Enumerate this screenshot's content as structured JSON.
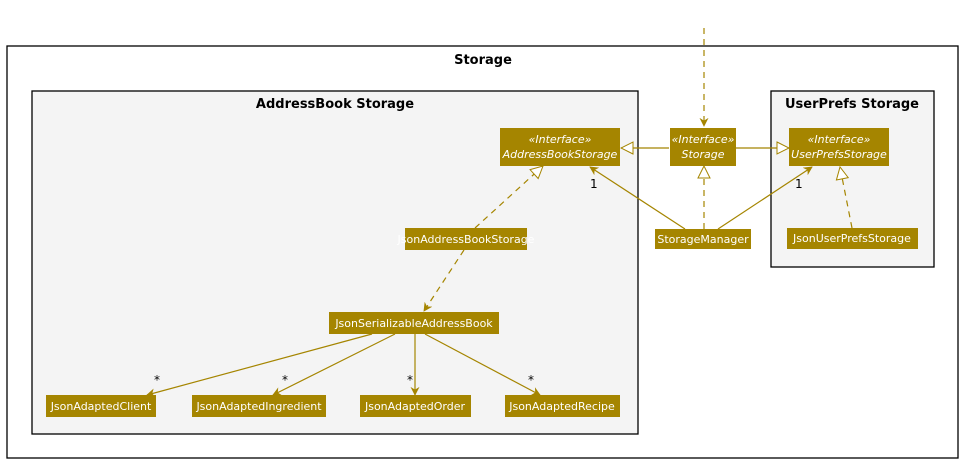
{
  "colors": {
    "class_fill": "#A58500",
    "class_text": "#FFFFFF",
    "arrow": "#A58500",
    "package_fill": "#F4F4F4",
    "package_border": "#000000"
  },
  "packages": {
    "storage": {
      "title": "Storage"
    },
    "addressbook": {
      "title": "AddressBook Storage"
    },
    "userprefs": {
      "title": "UserPrefs Storage"
    }
  },
  "classes": {
    "addressbook_storage": {
      "stereotype": "«Interface»",
      "name": "AddressBookStorage"
    },
    "storage": {
      "stereotype": "«Interface»",
      "name": "Storage"
    },
    "userprefs_storage": {
      "stereotype": "«Interface»",
      "name": "UserPrefsStorage"
    },
    "storage_manager": {
      "name": "StorageManager"
    },
    "json_userprefs_storage": {
      "name": "JsonUserPrefsStorage"
    },
    "json_addressbook_storage": {
      "name": "JsonAddressBookStorage"
    },
    "json_serializable_addressbook": {
      "name": "JsonSerializableAddressBook"
    },
    "json_adapted_client": {
      "name": "JsonAdaptedClient"
    },
    "json_adapted_ingredient": {
      "name": "JsonAdaptedIngredient"
    },
    "json_adapted_order": {
      "name": "JsonAdaptedOrder"
    },
    "json_adapted_recipe": {
      "name": "JsonAdaptedRecipe"
    }
  },
  "multiplicities": {
    "manager_addressbook": "1",
    "manager_userprefs": "1",
    "client": "*",
    "ingredient": "*",
    "order": "*",
    "recipe": "*"
  }
}
